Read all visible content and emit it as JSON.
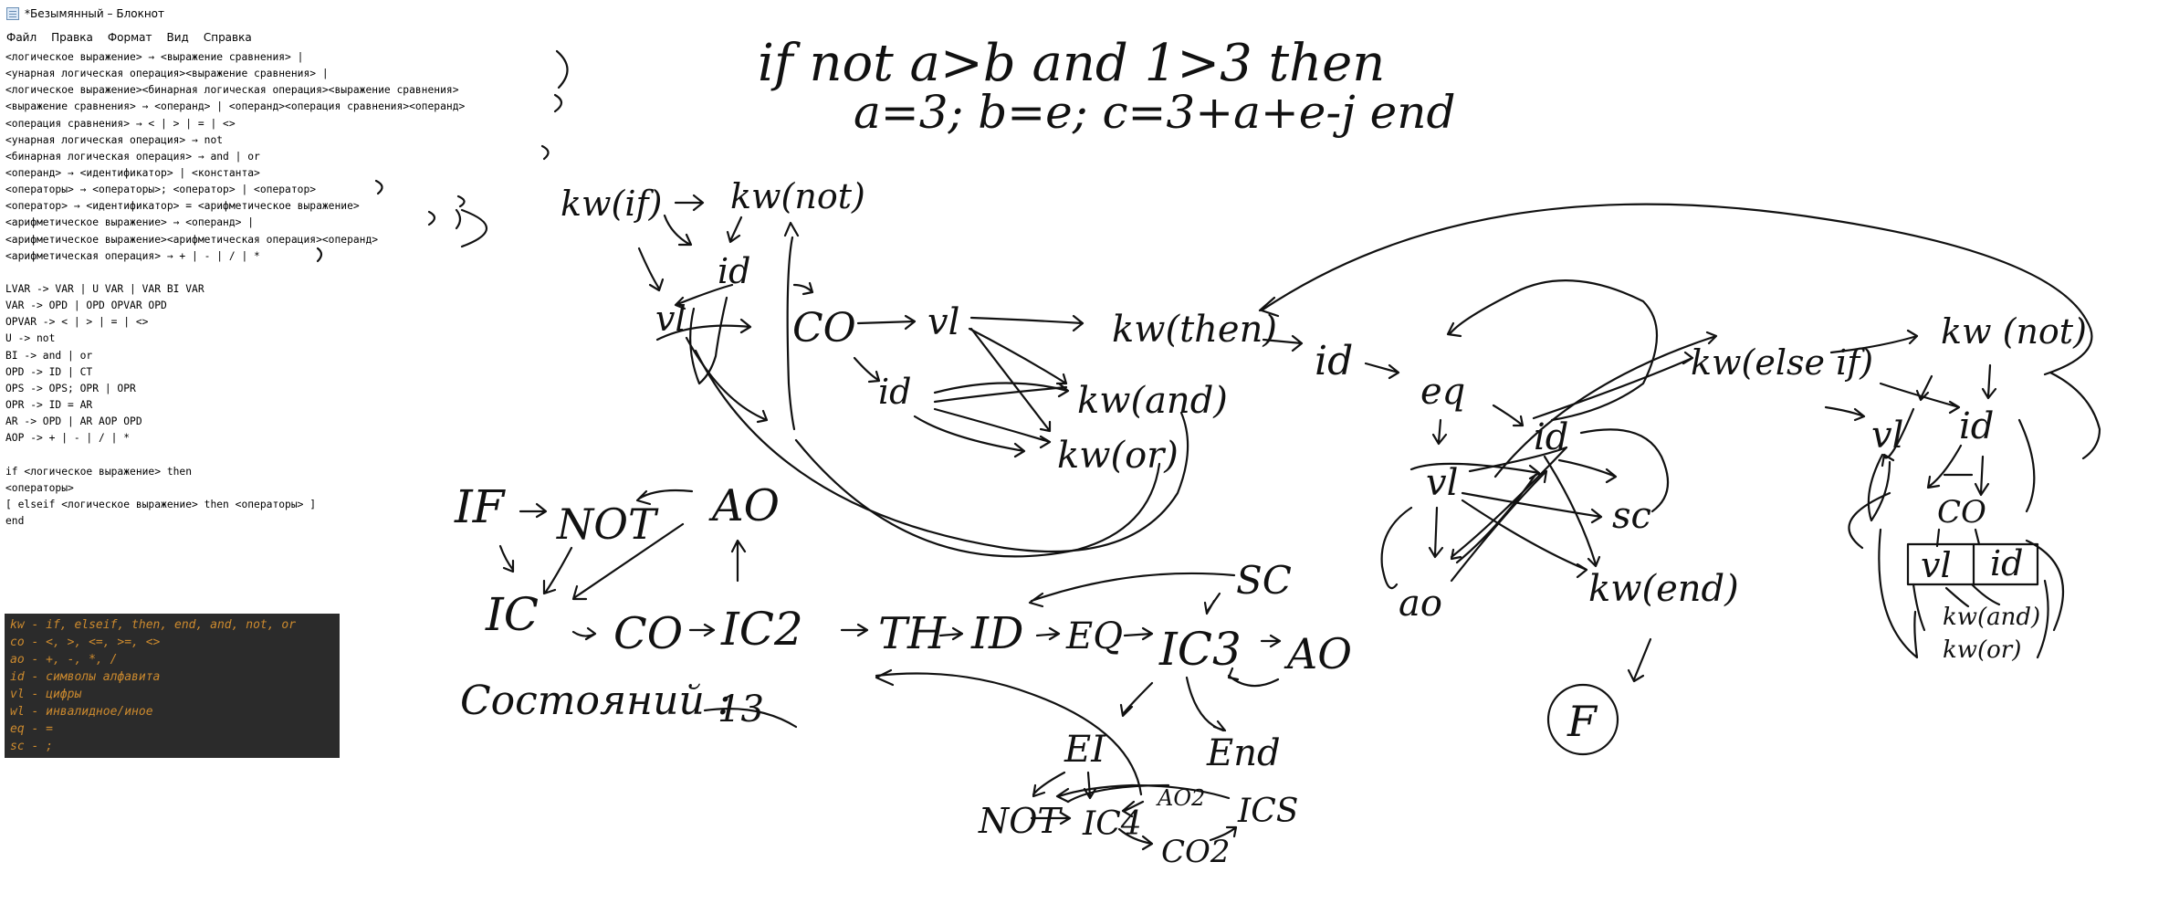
{
  "window": {
    "title": "*Безымянный – Блокнот",
    "menu": [
      "Файл",
      "Правка",
      "Формат",
      "Вид",
      "Справка"
    ]
  },
  "editor": {
    "lines": [
      "<логическое выражение> → <выражение сравнения> |",
      "<унарная логическая операция><выражение сравнения> |",
      "<логическое выражение><бинарная логическая операция><выражение сравнения>",
      "<выражение сравнения> → <операнд> | <операнд><операция сравнения><операнд>",
      "<операция сравнения> → < | > | = | <>",
      "<унарная логическая операция> → not",
      "<бинарная логическая операция> → and | or",
      "<операнд> → <идентификатор> | <константа>",
      "<операторы> → <операторы>; <оператор> | <оператор>",
      "<оператор> → <идентификатор> = <арифметическое выражение>",
      "<арифметическое выражение> → <операнд> |",
      "<арифметическое выражение><арифметическая операция><операнд>",
      "<арифметическая операция> → + | - | / | *",
      "",
      "LVAR -> VAR | U VAR | VAR BI VAR",
      "VAR -> OPD | OPD OPVAR OPD",
      "OPVAR -> < | > | = | <>",
      "U -> not",
      "BI -> and | or",
      "OPD -> ID | CT",
      "OPS -> OPS; OPR | OPR",
      "OPR -> ID = AR",
      "AR -> OPD | AR AOP OPD",
      "AOP -> + | - | / | *",
      "",
      "if <логическое выражение> then",
      "<операторы>",
      "[ elseif <логическое выражение> then <операторы> ]",
      "end"
    ]
  },
  "legend": {
    "lines": [
      "kw - if, elseif, then, end, and, not, or",
      "co - <, >, <=, >=, <>",
      "ao - +, -, *, /",
      "id - символы алфавита",
      "vl - цифры",
      "wl - инвалидное/иное",
      "eq - =",
      "sc - ;"
    ]
  },
  "sketch": {
    "header_line1": "if not a>b and 1>3 then",
    "header_line2": "a=3; b=e; c=3+a+e-j end",
    "kw_if": "kw(if)",
    "kw_not": "kw(not)",
    "id1": "id",
    "vl1": "vl",
    "co": "CO",
    "vl2": "vl",
    "id2": "id",
    "kw_then": "kw(then)",
    "kw_and": "kw(and)",
    "kw_or": "kw(or)",
    "id3": "id",
    "eq": "eq",
    "id4": "id",
    "vl3": "vl",
    "sc1": "sc",
    "ao1": "ao",
    "kw_end": "kw(end)",
    "final": "F",
    "kw_elseif": "kw(else if)",
    "kw_not2": "kw (not)",
    "vl4": "vl",
    "id5": "id",
    "co2": "CO",
    "box_vl": "vl",
    "box_id": "id",
    "kw_and2": "kw(and)",
    "kw_or2": "kw(or)",
    "s_if": "IF",
    "s_not": "NOT",
    "s_ao": "AO",
    "s_ic": "IC",
    "s_co": "CO",
    "s_ic2": "IC2",
    "s_th": "TH",
    "s_id": "ID",
    "s_eq": "EQ",
    "s_ic3": "IC3",
    "s_ao_b": "AO",
    "s_sc": "SC",
    "s_end": "End",
    "s_ei": "EI",
    "s_not2": "NOT",
    "s_ic4": "IC4",
    "s_ao2": "AO2",
    "s_ics": "ICS",
    "s_co2": "CO2",
    "states": "Состояний :",
    "states_count": "13"
  }
}
